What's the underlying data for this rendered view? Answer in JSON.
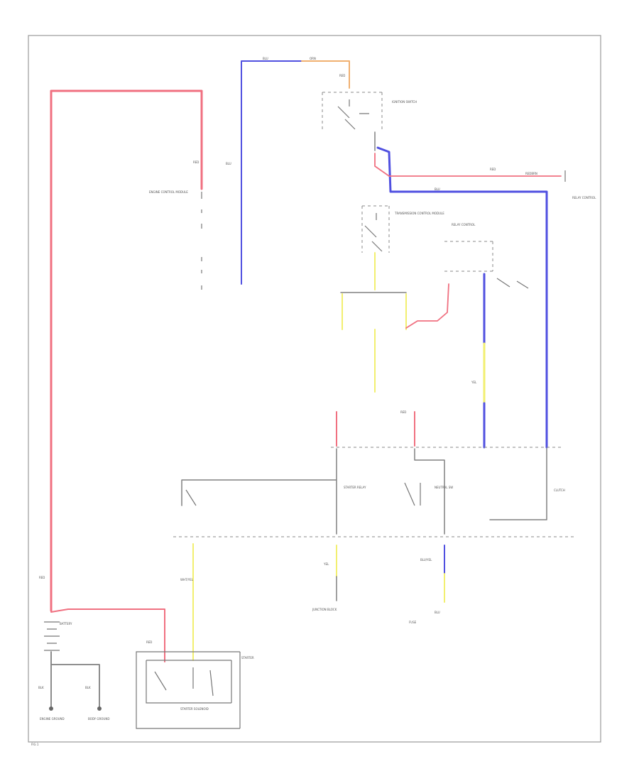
{
  "colors": {
    "red_wire": "#f07080",
    "blue_wire": "#5050e0",
    "yellow_wire": "#f2ef70",
    "orange_wire": "#f0b070",
    "black_wire": "#808080",
    "frame": "#999999"
  },
  "labels": {
    "red_left_top": "RED",
    "blu_top": "BLU",
    "orn_top": "ORN",
    "red_top_switch": "RED",
    "ignition_switch": "IGNITION SWITCH",
    "blu_mid_right": "BLU",
    "red_long": "RED",
    "red_long2": "REDBRN",
    "engine_control_module": "ENGINE CONTROL MODULE",
    "tcm_label": "TRANSMISSION CONTROL MODULE",
    "relay_label": "RELAY CONTROL",
    "battery": "BATTERY",
    "starter": "STARTER",
    "starter_solenoid": "STARTER SOLENOID",
    "ground_left": "ENGINE GROUND",
    "ground_mid": "BODY GROUND",
    "ground_right": "JUNCTION BLOCK",
    "starter_relay": "STARTER RELAY",
    "neutral_switch": "NEUTRAL SW",
    "clutch": "CLUTCH",
    "red_battery": "RED",
    "red_left_vertical": "RED",
    "blk_left": "BLK",
    "blk_mid": "BLK",
    "wht_yel": "WHT/YEL",
    "yel_a": "YEL",
    "yel_b": "YEL",
    "blu_lower": "BLU",
    "blu_yel": "BLU/YEL",
    "red_yel": "RED",
    "fuse_label": "FUSE",
    "fig": "FIG 1"
  }
}
